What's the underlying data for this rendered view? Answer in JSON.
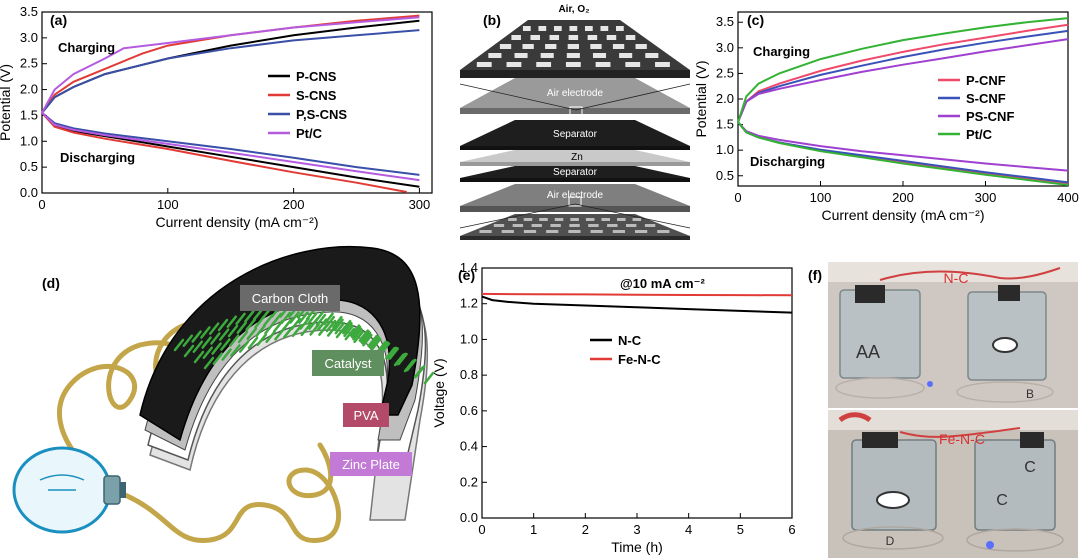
{
  "panels": {
    "a": {
      "label": "(a)"
    },
    "b": {
      "label": "(b)",
      "top_label": "Air, O₂",
      "layers": [
        "Air electrode",
        "Separator",
        "Zn",
        "Separator",
        "Air electrode"
      ]
    },
    "c": {
      "label": "(c)"
    },
    "d": {
      "label": "(d)",
      "callouts": [
        "Carbon Cloth",
        "Catalyst",
        "PVA",
        "Zinc Plate"
      ]
    },
    "e": {
      "label": "(e)"
    },
    "f": {
      "label": "(f)",
      "photo_labels": [
        "N-C",
        "Fe-N-C"
      ],
      "written_letters": [
        "AA",
        "B",
        "C",
        "D",
        "C"
      ]
    }
  },
  "colors": {
    "black": "#000000",
    "red": "#e23b35",
    "blue": "#3a4fa8",
    "purple": "#b55be0",
    "green": "#33b233",
    "pink": "#ef4a6b",
    "violet": "#a040d0",
    "darkblue": "#3a52b8"
  },
  "chart_data": [
    {
      "panel": "a",
      "type": "line",
      "xlabel": "Current density (mA cm⁻²)",
      "ylabel": "Potential (V)",
      "xlim": [
        0,
        310
      ],
      "ylim": [
        0,
        3.5
      ],
      "xticks": [
        0,
        100,
        200,
        300
      ],
      "yticks": [
        0.0,
        0.5,
        1.0,
        1.5,
        2.0,
        2.5,
        3.0,
        3.5
      ],
      "legend_position": "center-right",
      "annotations": [
        "Charging",
        "Discharging"
      ],
      "series": [
        {
          "name": "P-CNS",
          "color": "#000000",
          "charge_x": [
            0,
            10,
            25,
            50,
            100,
            150,
            200,
            250,
            300
          ],
          "charge_y": [
            1.55,
            1.85,
            2.05,
            2.3,
            2.6,
            2.85,
            3.05,
            3.2,
            3.33
          ],
          "discharge_x": [
            0,
            10,
            25,
            50,
            100,
            150,
            200,
            250,
            300
          ],
          "discharge_y": [
            1.55,
            1.3,
            1.2,
            1.1,
            0.9,
            0.7,
            0.5,
            0.3,
            0.12
          ]
        },
        {
          "name": "S-CNS",
          "color": "#e23b35",
          "charge_x": [
            0,
            10,
            25,
            50,
            80,
            100,
            150,
            200,
            250,
            300
          ],
          "charge_y": [
            1.55,
            1.9,
            2.15,
            2.4,
            2.7,
            2.85,
            3.05,
            3.2,
            3.33,
            3.43
          ],
          "discharge_x": [
            0,
            10,
            25,
            50,
            100,
            150,
            200,
            250,
            290
          ],
          "discharge_y": [
            1.55,
            1.28,
            1.17,
            1.05,
            0.85,
            0.62,
            0.4,
            0.2,
            0.02
          ]
        },
        {
          "name": "P,S-CNS",
          "color": "#3a4fa8",
          "charge_x": [
            0,
            10,
            25,
            50,
            100,
            150,
            200,
            250,
            300
          ],
          "charge_y": [
            1.55,
            1.85,
            2.05,
            2.3,
            2.6,
            2.8,
            2.95,
            3.05,
            3.15
          ],
          "discharge_x": [
            0,
            10,
            25,
            50,
            100,
            150,
            200,
            250,
            300
          ],
          "discharge_y": [
            1.55,
            1.35,
            1.25,
            1.15,
            1.0,
            0.85,
            0.68,
            0.5,
            0.35
          ]
        },
        {
          "name": "Pt/C",
          "color": "#b55be0",
          "charge_x": [
            0,
            10,
            25,
            50,
            65,
            100,
            150,
            200,
            250,
            300
          ],
          "charge_y": [
            1.55,
            2.0,
            2.3,
            2.6,
            2.8,
            2.9,
            3.05,
            3.2,
            3.3,
            3.4
          ],
          "discharge_x": [
            0,
            10,
            25,
            50,
            100,
            150,
            200,
            250,
            300
          ],
          "discharge_y": [
            1.55,
            1.32,
            1.22,
            1.12,
            0.95,
            0.78,
            0.6,
            0.42,
            0.25
          ]
        }
      ]
    },
    {
      "panel": "c",
      "type": "line",
      "xlabel": "Current density (mA cm⁻²)",
      "ylabel": "Potential (V)",
      "xlim": [
        0,
        400
      ],
      "ylim": [
        0.3,
        3.7
      ],
      "xticks": [
        0,
        100,
        200,
        300,
        400
      ],
      "yticks": [
        0.5,
        1.0,
        1.5,
        2.0,
        2.5,
        3.0,
        3.5
      ],
      "legend_position": "center-right",
      "annotations": [
        "Charging",
        "Discharging"
      ],
      "series": [
        {
          "name": "P-CNF",
          "color": "#ef4a6b",
          "charge_x": [
            0,
            10,
            25,
            50,
            100,
            150,
            200,
            250,
            300,
            350,
            400
          ],
          "charge_y": [
            1.55,
            1.95,
            2.15,
            2.3,
            2.55,
            2.75,
            2.92,
            3.07,
            3.2,
            3.33,
            3.45
          ],
          "discharge_x": [
            0,
            10,
            25,
            50,
            100,
            150,
            200,
            250,
            300,
            350,
            400
          ],
          "discharge_y": [
            1.55,
            1.35,
            1.25,
            1.15,
            1.0,
            0.88,
            0.77,
            0.66,
            0.55,
            0.45,
            0.35
          ]
        },
        {
          "name": "S-CNF",
          "color": "#3a52b8",
          "charge_x": [
            0,
            10,
            25,
            50,
            100,
            150,
            200,
            250,
            300,
            350,
            400
          ],
          "charge_y": [
            1.55,
            1.95,
            2.12,
            2.25,
            2.47,
            2.65,
            2.82,
            2.97,
            3.1,
            3.22,
            3.33
          ],
          "discharge_x": [
            0,
            10,
            25,
            50,
            100,
            150,
            200,
            250,
            300,
            350,
            400
          ],
          "discharge_y": [
            1.55,
            1.35,
            1.25,
            1.15,
            1.01,
            0.9,
            0.79,
            0.68,
            0.57,
            0.47,
            0.37
          ]
        },
        {
          "name": "PS-CNF",
          "color": "#a040d0",
          "charge_x": [
            0,
            10,
            25,
            50,
            100,
            150,
            200,
            250,
            300,
            350,
            400
          ],
          "charge_y": [
            1.55,
            1.95,
            2.1,
            2.2,
            2.37,
            2.53,
            2.67,
            2.8,
            2.93,
            3.05,
            3.17
          ],
          "discharge_x": [
            0,
            10,
            25,
            50,
            100,
            150,
            200,
            250,
            300,
            350,
            400
          ],
          "discharge_y": [
            1.55,
            1.37,
            1.28,
            1.2,
            1.08,
            0.98,
            0.9,
            0.82,
            0.74,
            0.67,
            0.6
          ]
        },
        {
          "name": "Pt/C",
          "color": "#33b233",
          "charge_x": [
            0,
            10,
            25,
            50,
            100,
            150,
            200,
            250,
            300,
            350,
            400
          ],
          "charge_y": [
            1.55,
            2.05,
            2.3,
            2.5,
            2.78,
            2.98,
            3.15,
            3.28,
            3.4,
            3.5,
            3.58
          ],
          "discharge_x": [
            0,
            10,
            25,
            50,
            100,
            150,
            200,
            250,
            300,
            350,
            400
          ],
          "discharge_y": [
            1.55,
            1.35,
            1.25,
            1.14,
            0.98,
            0.86,
            0.74,
            0.63,
            0.52,
            0.42,
            0.32
          ]
        }
      ]
    },
    {
      "panel": "e",
      "type": "line",
      "xlabel": "Time (h)",
      "ylabel": "Voltage (V)",
      "xlim": [
        0,
        6
      ],
      "ylim": [
        0.0,
        1.4
      ],
      "xticks": [
        0,
        1,
        2,
        3,
        4,
        5,
        6
      ],
      "yticks": [
        0.0,
        0.2,
        0.4,
        0.6,
        0.8,
        1.0,
        1.2,
        1.4
      ],
      "legend_position": "center",
      "annotations": [
        "@10 mA cm⁻²"
      ],
      "series": [
        {
          "name": "N-C",
          "color": "#000000",
          "x": [
            0,
            0.2,
            0.5,
            1,
            2,
            3,
            4,
            5,
            6
          ],
          "y": [
            1.24,
            1.22,
            1.21,
            1.2,
            1.19,
            1.18,
            1.17,
            1.16,
            1.15
          ]
        },
        {
          "name": "Fe-N-C",
          "color": "#e23b35",
          "x": [
            0,
            1,
            2,
            3,
            4,
            5,
            6
          ],
          "y": [
            1.255,
            1.253,
            1.252,
            1.25,
            1.249,
            1.248,
            1.247
          ]
        }
      ]
    }
  ]
}
